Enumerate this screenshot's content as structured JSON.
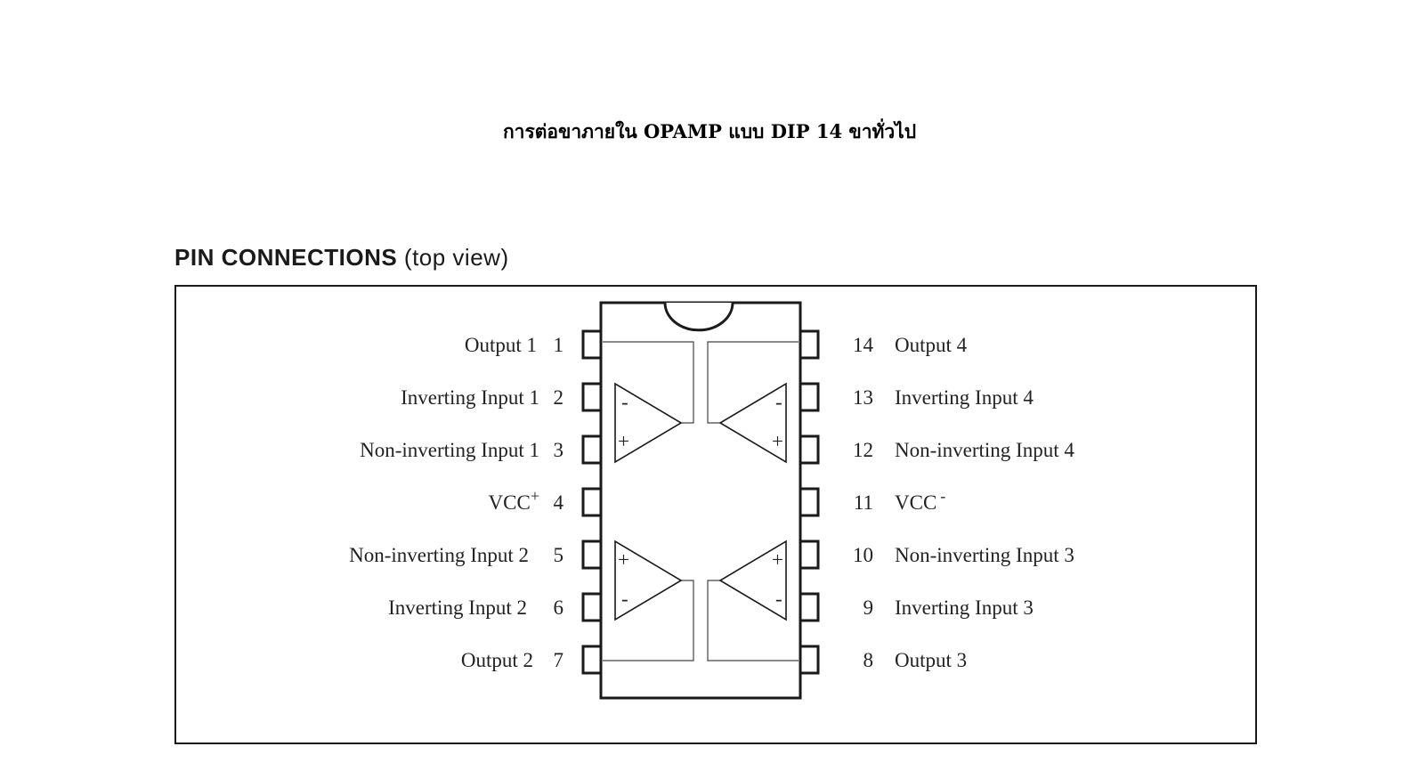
{
  "page_title": "การต่อขาภายใน OPAMP แบบ DIP 14 ขาทั่วไป",
  "section": {
    "heading_bold": "PIN CONNECTIONS",
    "heading_normal": " (top view)"
  },
  "pins_left": [
    {
      "number": "1",
      "label": "Output 1"
    },
    {
      "number": "2",
      "label": "Inverting Input 1"
    },
    {
      "number": "3",
      "label": "Non-inverting Input 1"
    },
    {
      "number": "4",
      "label": "VCC",
      "superscript": "+"
    },
    {
      "number": "5",
      "label": "Non-inverting Input 2"
    },
    {
      "number": "6",
      "label": "Inverting Input 2"
    },
    {
      "number": "7",
      "label": "Output 2"
    }
  ],
  "pins_right": [
    {
      "number": "14",
      "label": "Output 4"
    },
    {
      "number": "13",
      "label": "Inverting Input 4"
    },
    {
      "number": "12",
      "label": "Non-inverting Input 4"
    },
    {
      "number": "11",
      "label": "VCC",
      "superscript": "-"
    },
    {
      "number": "10",
      "label": "Non-inverting Input 3"
    },
    {
      "number": "9",
      "label": "Inverting Input 3"
    },
    {
      "number": "8",
      "label": "Output 3"
    }
  ],
  "opamp_symbols": {
    "minus": "-",
    "plus": "+"
  }
}
